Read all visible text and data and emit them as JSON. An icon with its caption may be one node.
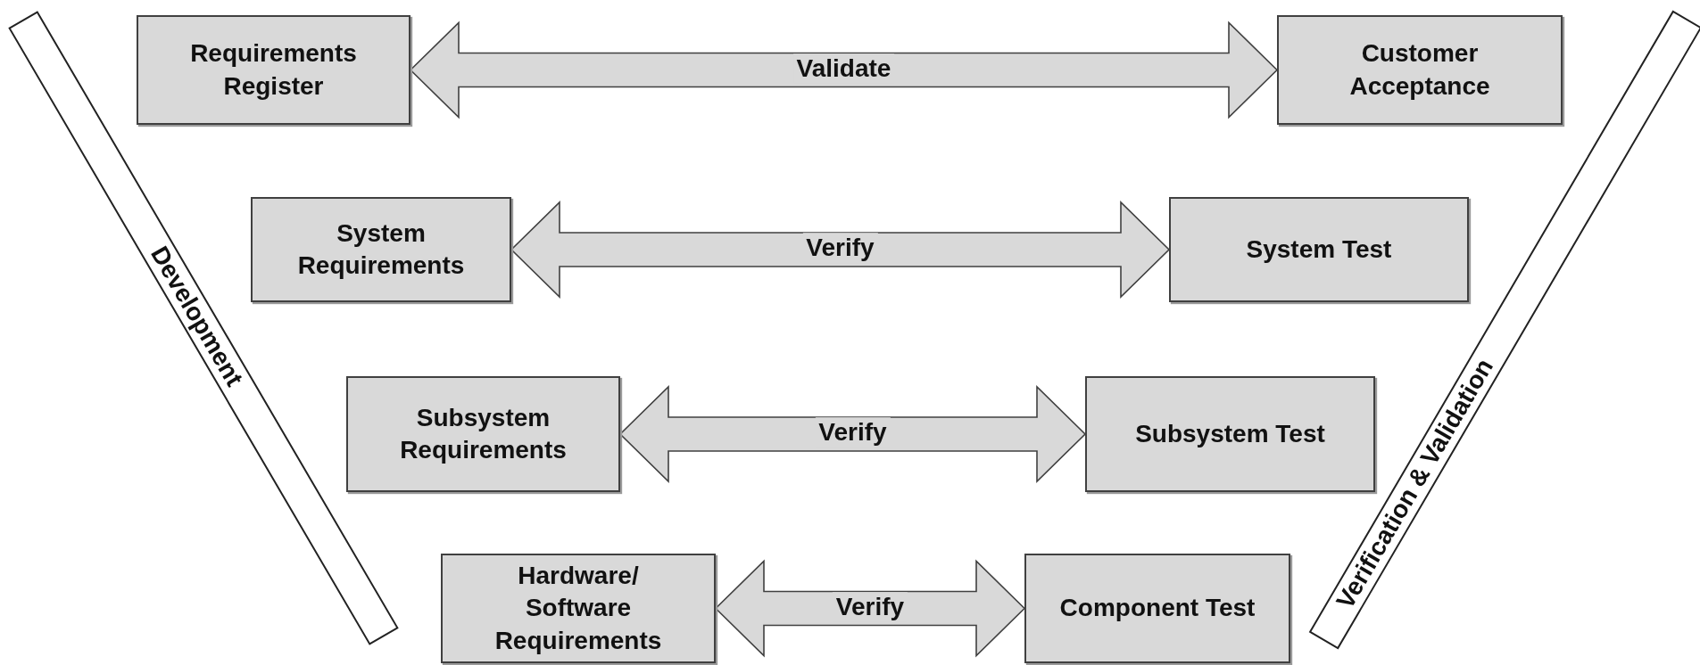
{
  "diagram": {
    "nodes": [
      {
        "text": [
          "Development"
        ]
      },
      {
        "text": [
          "Requirements Register"
        ]
      },
      {
        "text": [
          "Customer Acceptance"
        ]
      },
      {
        "text": [
          "System Requirements"
        ]
      },
      {
        "text": [
          "System Test"
        ]
      },
      {
        "text": [
          "Subsystem Requirements"
        ]
      },
      {
        "text": [
          "Subsystem Test"
        ]
      },
      {
        "text": [
          "Hardware/ Software Requirements"
        ]
      },
      {
        "text": [
          "Component Test"
        ]
      },
      {
        "text": [
          "Verification & Validation"
        ]
      }
    ],
    "edges": [
      {
        "from": 1,
        "to": 2,
        "arrow": "both",
        "label": "Validate"
      },
      {
        "from": 3,
        "to": 4,
        "arrow": "both",
        "label": "Verify"
      },
      {
        "from": 5,
        "to": 6,
        "arrow": "both",
        "label": "Verify"
      },
      {
        "from": 7,
        "to": 8,
        "arrow": "both",
        "label": "Verify"
      }
    ]
  }
}
